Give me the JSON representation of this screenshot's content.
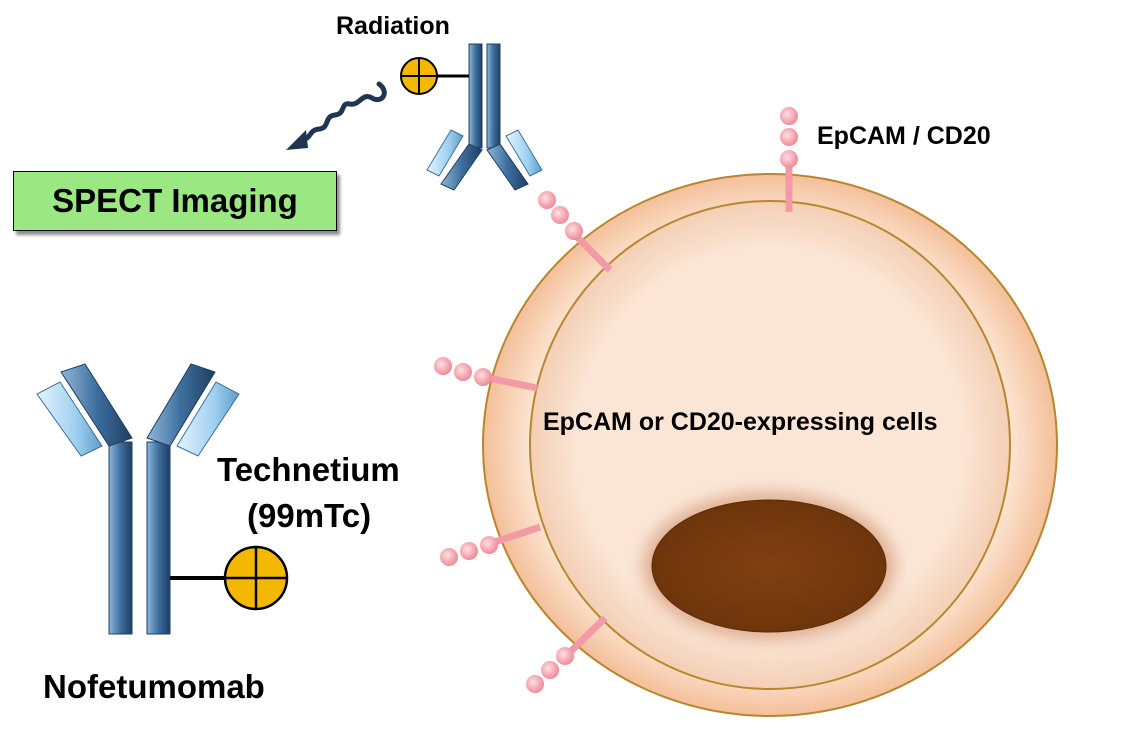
{
  "labels": {
    "radiation": "Radiation",
    "receptor": "EpCAM / CD20",
    "imaging": "SPECT Imaging",
    "cell": "EpCAM or CD20-expressing cells",
    "isotope_name": "Technetium",
    "isotope_symbol": "(99mTc)",
    "drug": "Nofetumomab"
  },
  "colors": {
    "antibody_blue": "#3d6f9e",
    "antibody_light": "#9fd0f0",
    "isotope_gold": "#f4b800",
    "cell_outer": "#f6c7a3",
    "cell_inner": "#fae4d4",
    "cell_border": "#b8862c",
    "nucleus": "#7a3c0f",
    "receptor_pink": "#f29aa6",
    "imaging_green": "#9be882",
    "wave_navy": "#1f3550"
  }
}
